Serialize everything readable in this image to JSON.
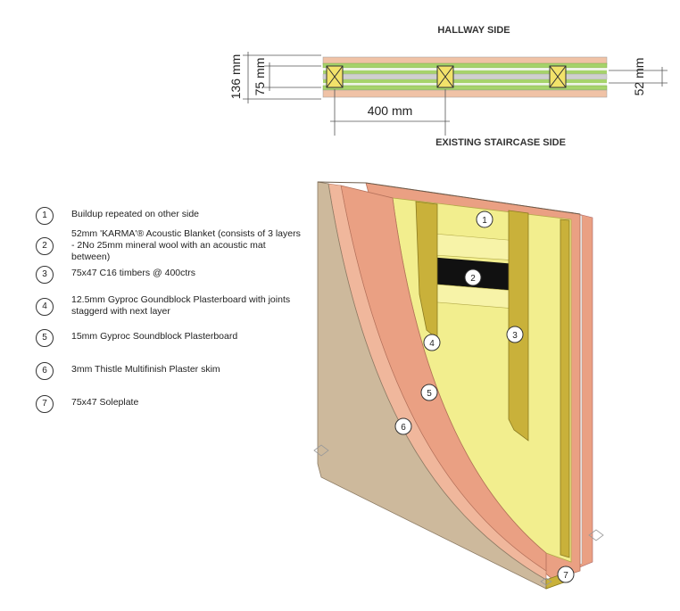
{
  "plan": {
    "top_label": "HALLWAY SIDE",
    "bottom_label": "EXISTING STAIRCASE SIDE",
    "dim_overall": "136 mm",
    "dim_stud": "75 mm",
    "dim_spacing": "400 mm",
    "dim_blanket": "52 mm"
  },
  "legend": [
    {
      "num": "1",
      "text": "Buildup repeated on other side"
    },
    {
      "num": "2",
      "text": "52mm 'KARMA'® Acoustic Blanket (consists of 3 layers - 2No 25mm mineral wool with an acoustic mat between)"
    },
    {
      "num": "3",
      "text": "75x47 C16 timbers @ 400ctrs"
    },
    {
      "num": "4",
      "text": "12.5mm Gyproc Goundblock Plasterboard with joints staggerd with next layer"
    },
    {
      "num": "5",
      "text": "15mm Gyproc Soundblock Plasterboard"
    },
    {
      "num": "6",
      "text": "3mm Thistle Multifinish Plaster skim"
    },
    {
      "num": "7",
      "text": "75x47 Soleplate"
    }
  ],
  "callouts": [
    "1",
    "2",
    "3",
    "4",
    "5",
    "6",
    "7"
  ],
  "colors": {
    "plaster_skim": "#cdb99c",
    "plasterboard": "#eaa083",
    "insulation": "#f2ee8e",
    "timber": "#c9b13a",
    "green_layer": "#a6d36b",
    "acoustic_mat": "#111111"
  }
}
